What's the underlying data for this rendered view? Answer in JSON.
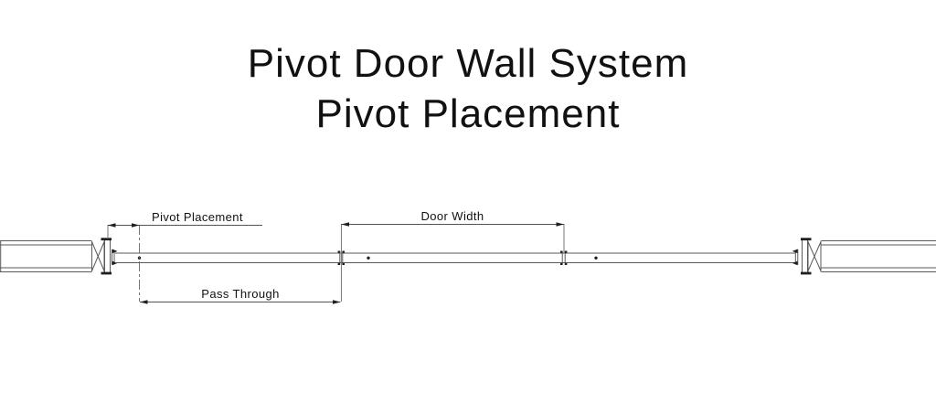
{
  "title": {
    "line1": "Pivot Door Wall System",
    "line2": "Pivot Placement"
  },
  "diagram": {
    "type": "plan-view technical drawing of a pivot door wall system",
    "dimensions": {
      "pivot_placement": {
        "label": "Pivot Placement"
      },
      "door_width": {
        "label": "Door Width"
      },
      "pass_through": {
        "label": "Pass Through"
      }
    },
    "panels": {
      "count": 3,
      "pivot_dots": 3
    },
    "colors": {
      "line": "#5a5a5a",
      "dark_fill": "#1f1f1f",
      "text": "#111111",
      "background": "#ffffff"
    }
  }
}
